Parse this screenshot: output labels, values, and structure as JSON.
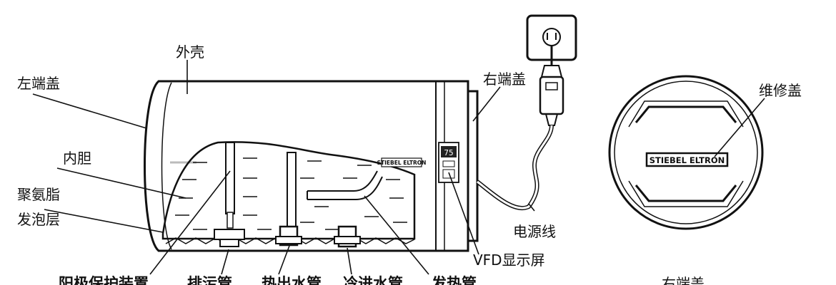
{
  "labels": {
    "outer_shell": "外壳",
    "left_end_cap": "左端盖",
    "inner_tank": "内胆",
    "foam_line1": "聚氨脂",
    "foam_line2": "发泡层",
    "right_end_cap": "右端盖",
    "power_cord": "电源线",
    "vfd_display": "VFD显示屏",
    "maintenance_cover": "维修盖",
    "anode": "阳极保护装置",
    "drain": "排污管",
    "hot_out": "热出水管",
    "cold_in": "冷进水管",
    "heater": "发热管",
    "right_view_caption": "右端盖"
  },
  "brand": {
    "name": "STIEBEL ELTRON"
  },
  "display": {
    "reading": "75"
  }
}
